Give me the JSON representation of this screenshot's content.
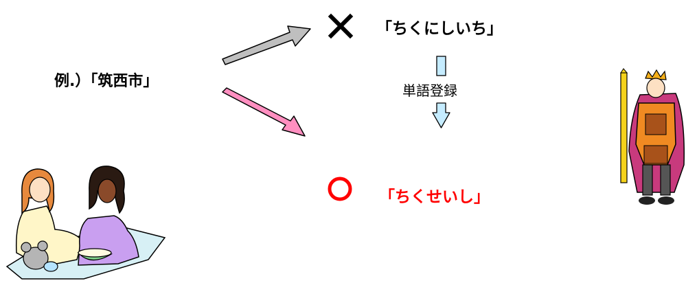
{
  "example": {
    "label": "例.）「筑西市」"
  },
  "wrong": {
    "mark_icon": "cross-mark-icon",
    "reading": "「ちくにしいち」"
  },
  "correct": {
    "mark_icon": "circle-mark-icon",
    "reading": "「ちくせいし」",
    "color": "#ff0000"
  },
  "register": {
    "label": "単語登録"
  },
  "colors": {
    "arrow_gray": "#bfbfbf",
    "arrow_pink": "#ff8fc0",
    "arrow_blue": "#c5ecff",
    "mark_red": "#ff0000"
  },
  "illustrations": [
    "two-girls-clipart",
    "armored-samurai-clipart"
  ]
}
